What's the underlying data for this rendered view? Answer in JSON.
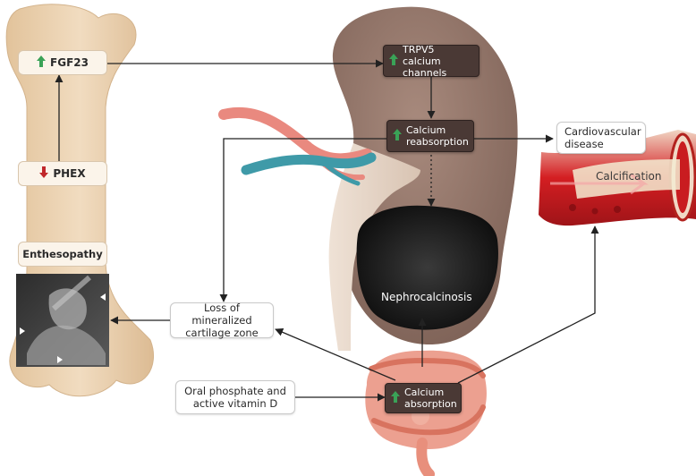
{
  "nodes": {
    "fgf23": {
      "label": "FGF23",
      "trend": "up"
    },
    "phex": {
      "label": "PHEX",
      "trend": "down"
    },
    "enthesopathy": {
      "label": "Enthesopathy"
    },
    "trpv5": {
      "label": "TRPV5 calcium channels",
      "trend": "up"
    },
    "calcium_reabsorption": {
      "label": "Calcium reabsorption",
      "trend": "up"
    },
    "cardiovascular": {
      "label": "Cardiovascular disease"
    },
    "calcification": {
      "label": "Calcification"
    },
    "nephrocalcinosis": {
      "label": "Nephrocalcinosis"
    },
    "loss_cartilage": {
      "label": "Loss of mineralized cartilage zone"
    },
    "oral_phosphate": {
      "label": "Oral phosphate and active vitamin D"
    },
    "calcium_absorption": {
      "label": "Calcium absorption",
      "trend": "up"
    }
  },
  "colors": {
    "up_arrow": "#3aa257",
    "down_arrow": "#c0282b",
    "dark_box": "#4a3935",
    "bone": "#e9cfaa",
    "kidney": "#9c7f73",
    "intestine": "#e88f7c"
  }
}
